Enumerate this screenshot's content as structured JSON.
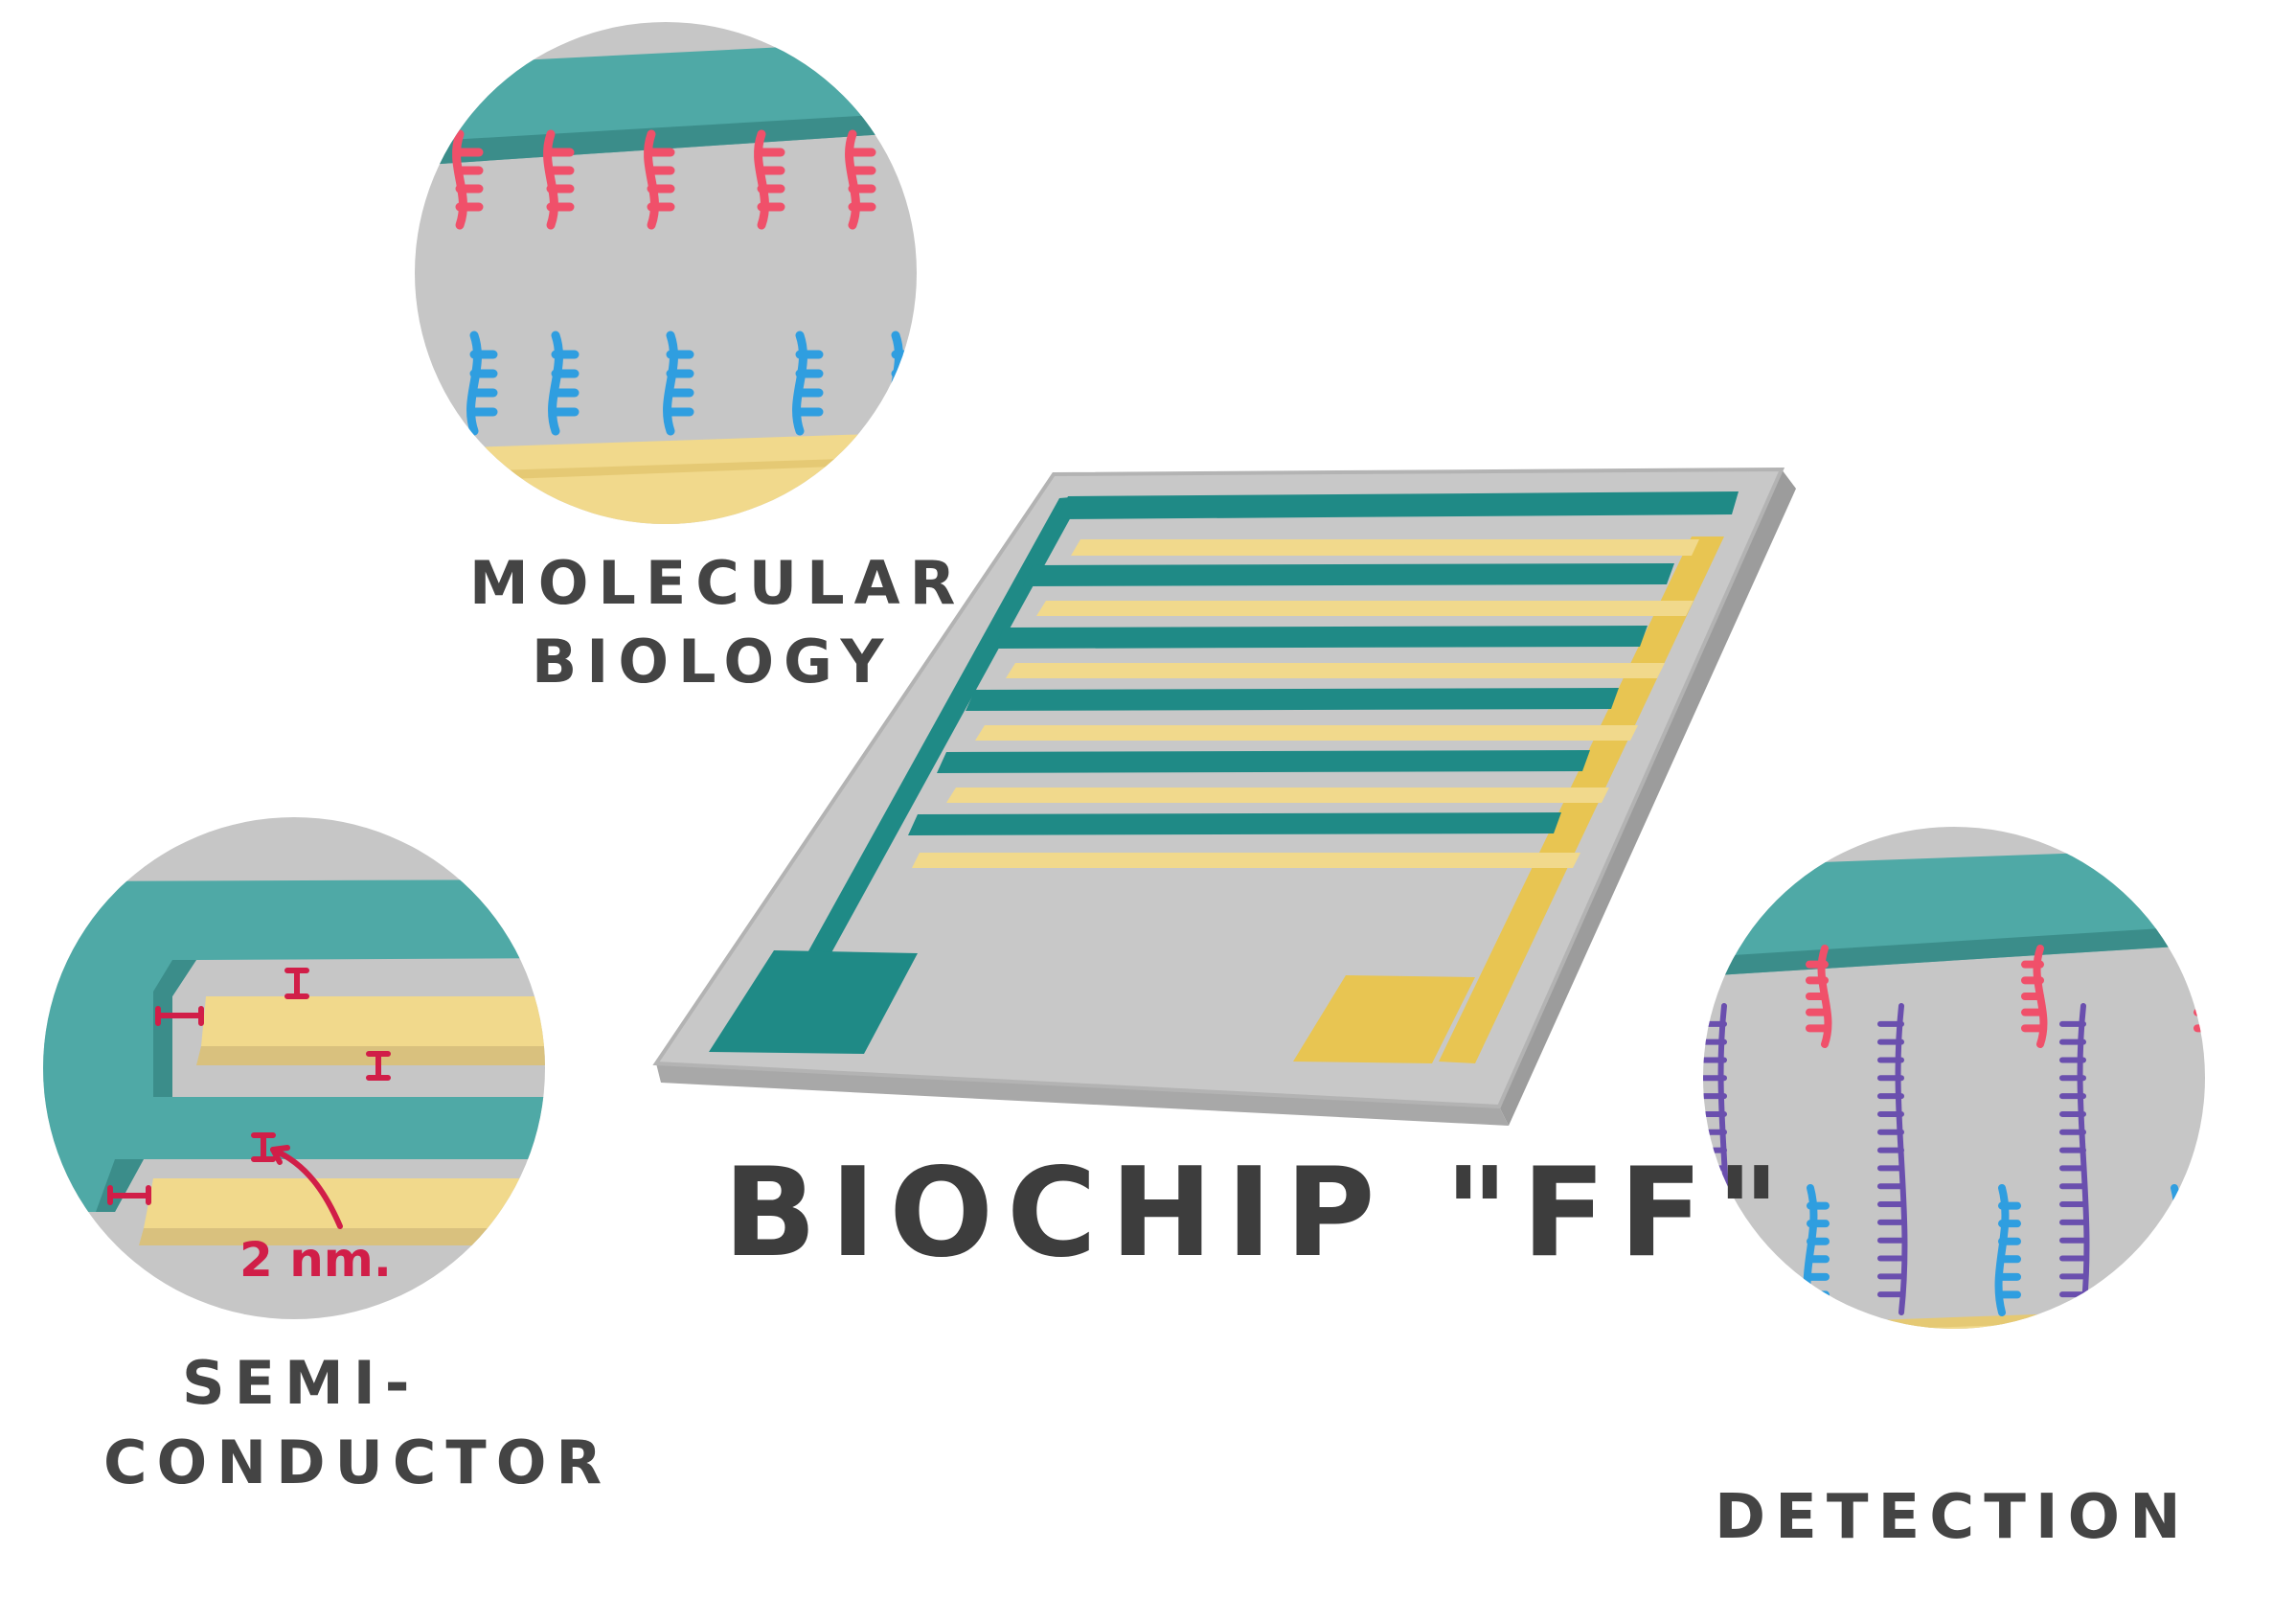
{
  "labels": {
    "molecular_line1": "MOLECULAR",
    "molecular_line2": "BIOLOGY",
    "semi_line1": "SEMI-",
    "semi_line2": "CONDUCTOR",
    "detection": "DETECTION",
    "title": "BIOCHIP \"FF\""
  },
  "annotations": {
    "gap": "2 nm."
  },
  "colors": {
    "teal": "#1f8a86",
    "teal_light": "#4fa9a6",
    "gold": "#f1d98c",
    "gold_dark": "#e8c552",
    "chip_gray": "#c8c8c8",
    "chip_edge": "#9c9c9c",
    "probe_red": "#f0506a",
    "probe_blue": "#2f9ee0",
    "target_purple": "#6a4fae",
    "annotation_red": "#d11e48"
  }
}
